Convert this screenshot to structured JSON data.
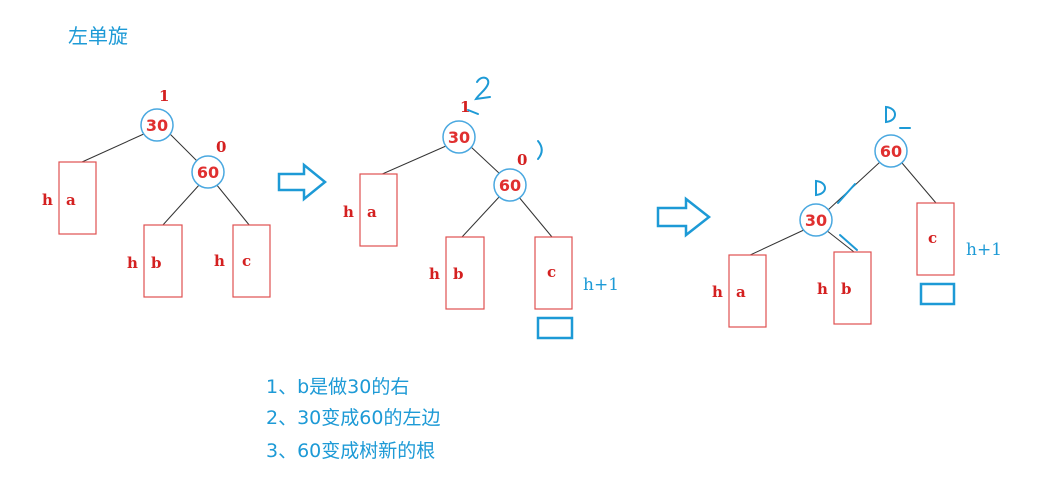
{
  "title": "左单旋",
  "steps": [
    "1、b是做30的右",
    "2、30变成60的左边",
    "3、60变成树新的根"
  ],
  "panel1": {
    "root": {
      "value": "30",
      "bf": "1"
    },
    "right": {
      "value": "60",
      "bf": "0"
    },
    "subtrees": [
      {
        "height": "h",
        "name": "a"
      },
      {
        "height": "h",
        "name": "b"
      },
      {
        "height": "h",
        "name": "c"
      }
    ]
  },
  "panel2": {
    "root": {
      "value": "30"
    },
    "right": {
      "value": "60"
    },
    "subtrees": [
      {
        "height": "h",
        "name": "a"
      },
      {
        "height": "h",
        "name": "b"
      },
      {
        "name": "c"
      }
    ],
    "c_height": "h+1"
  },
  "panel3": {
    "root": {
      "value": "60"
    },
    "left": {
      "value": "30"
    },
    "subtrees": [
      {
        "height": "h",
        "name": "a"
      },
      {
        "height": "h",
        "name": "b"
      },
      {
        "name": "c"
      }
    ],
    "c_height": "h+1"
  },
  "colors": {
    "node_stroke": "#4aa8e0",
    "subtree_stroke": "#e05050",
    "node_text": "#e03030",
    "accent_blue": "#1d9ad6"
  }
}
